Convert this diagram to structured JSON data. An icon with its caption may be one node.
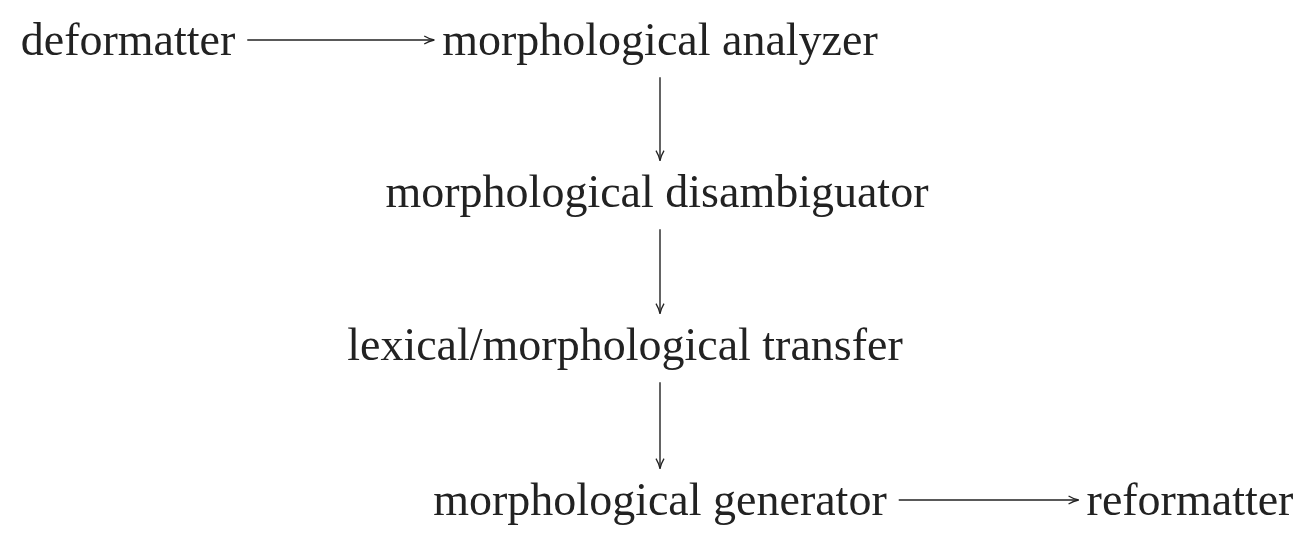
{
  "diagram": {
    "nodes": [
      {
        "text": [
          "deformatter"
        ]
      },
      {
        "text": [
          "morphological analyzer"
        ]
      },
      {
        "text": [
          "morphological disambiguator"
        ]
      },
      {
        "text": [
          "lexical/morphological transfer"
        ]
      },
      {
        "text": [
          "morphological generator"
        ]
      },
      {
        "text": [
          "reformatter"
        ]
      }
    ],
    "edges": [
      {
        "from": 0,
        "to": 1,
        "arrow": "to"
      },
      {
        "from": 1,
        "to": 2,
        "arrow": "to"
      },
      {
        "from": 2,
        "to": 3,
        "arrow": "to"
      },
      {
        "from": 3,
        "to": 4,
        "arrow": "to"
      },
      {
        "from": 4,
        "to": 5,
        "arrow": "to"
      }
    ]
  }
}
